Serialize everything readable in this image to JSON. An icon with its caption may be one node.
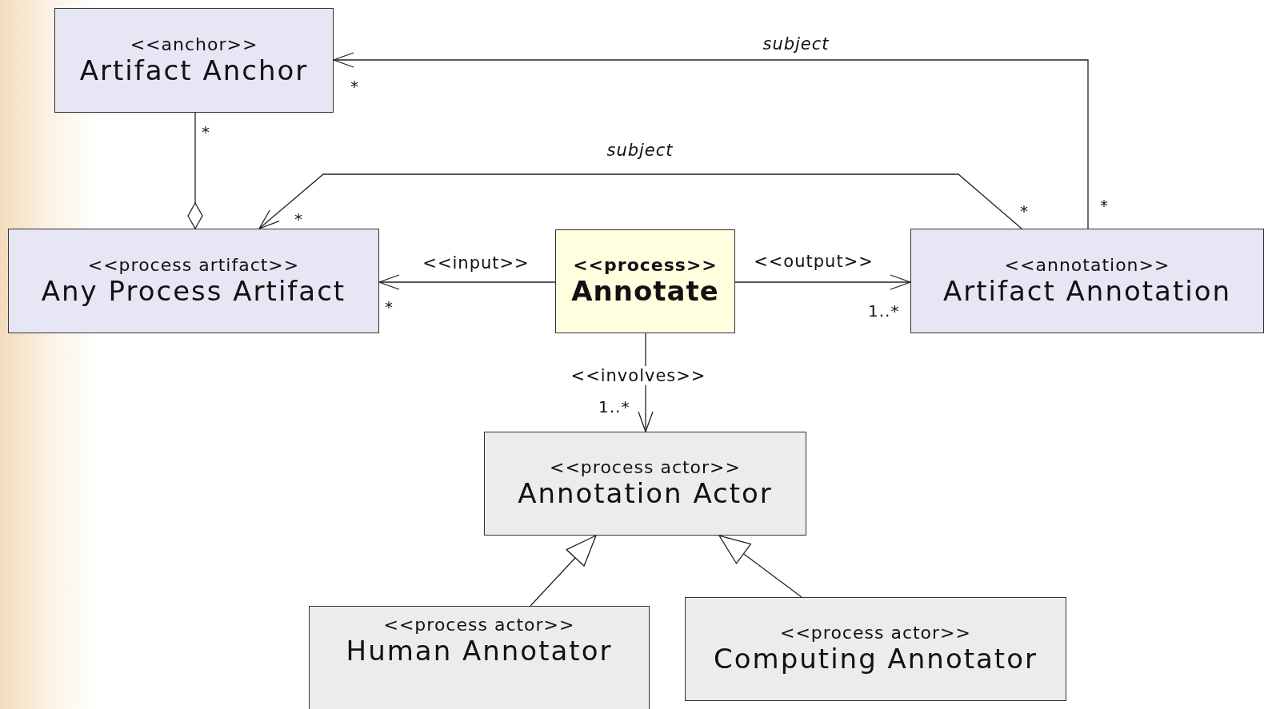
{
  "diagram": {
    "nodes": [
      {
        "text": [
          "<<anchor>>",
          "Artifact Anchor"
        ]
      },
      {
        "text": [
          "<<process artifact>>",
          "Any Process Artifact"
        ]
      },
      {
        "text": [
          "<<process>>",
          "Annotate"
        ]
      },
      {
        "text": [
          "<<annotation>>",
          "Artifact Annotation"
        ]
      },
      {
        "text": [
          "<<process actor>>",
          "Annotation Actor"
        ]
      },
      {
        "text": [
          "<<process actor>>",
          "Human Annotator"
        ]
      },
      {
        "text": [
          "<<process actor>>",
          "Computing Annotator"
        ]
      }
    ],
    "edges": [
      {
        "from": 3,
        "to": 0,
        "arrow": "to",
        "label": "subject"
      },
      {
        "from": 3,
        "to": 1,
        "arrow": "to",
        "label": "subject"
      },
      {
        "from": 0,
        "to": 1,
        "arrow": "other"
      },
      {
        "from": 2,
        "to": 1,
        "arrow": "to",
        "label": "<<input>>"
      },
      {
        "from": 2,
        "to": 3,
        "arrow": "to",
        "label": "<<output>>"
      },
      {
        "from": 2,
        "to": 4,
        "arrow": "to",
        "label": "<<involves>>"
      },
      {
        "from": 5,
        "to": 4,
        "arrow": "to"
      },
      {
        "from": 6,
        "to": 4,
        "arrow": "to"
      }
    ],
    "labels": [
      "*",
      "*",
      "*",
      "*",
      "*",
      "*",
      "1..*",
      "1..*"
    ]
  }
}
